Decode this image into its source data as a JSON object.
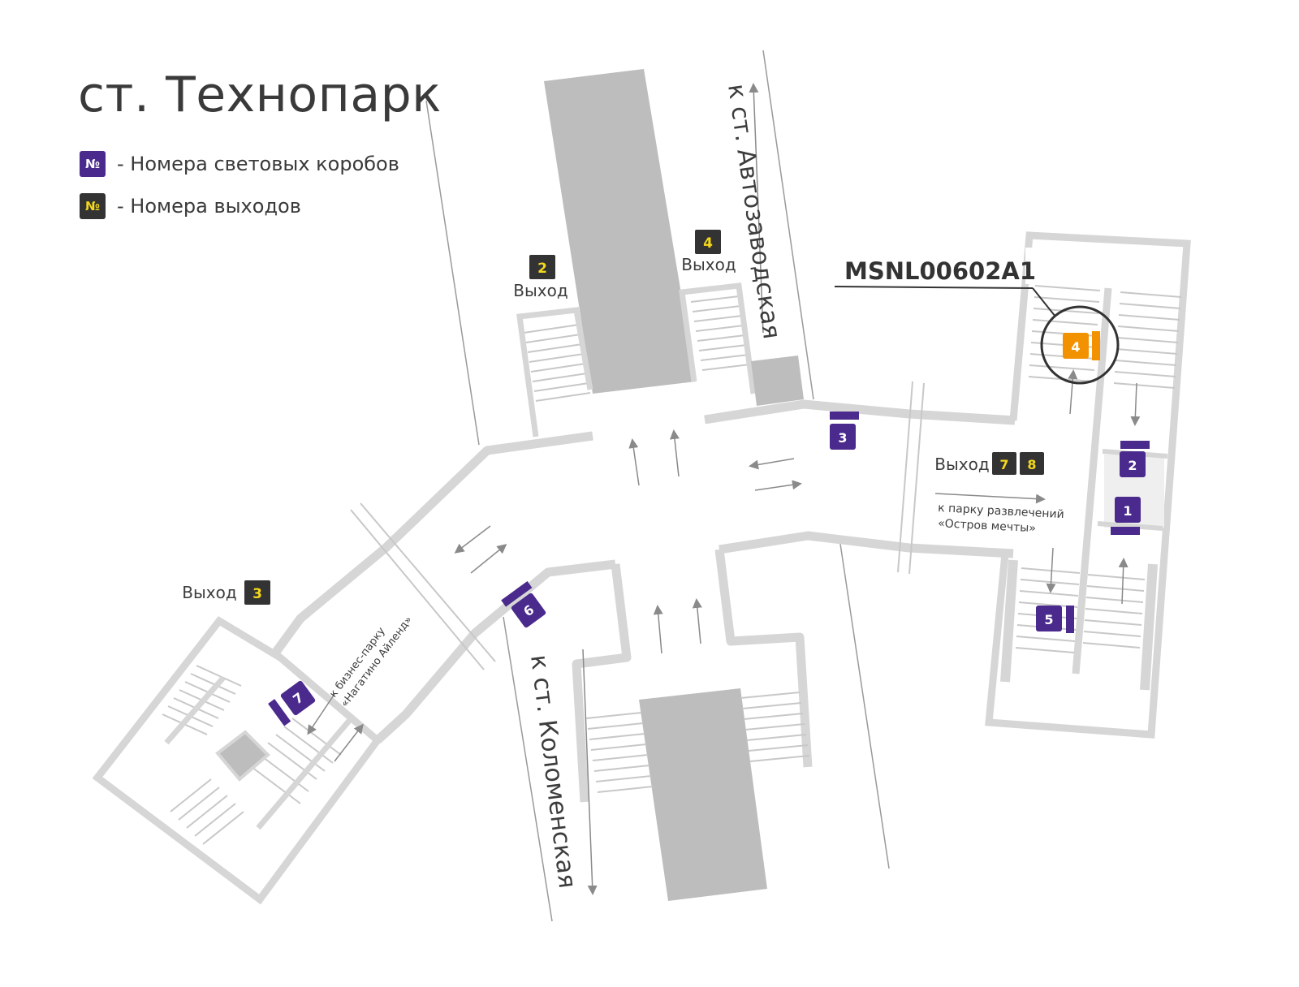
{
  "station_title": "ст. Технопарк",
  "legend": [
    {
      "symbol": "№",
      "text": "- Номера световых коробов",
      "color": "#4a2a8c"
    },
    {
      "symbol": "№",
      "text": "- Номера выходов",
      "color": "#333333"
    }
  ],
  "colors": {
    "lightbox": "#4a2a8c",
    "exit": "#333333",
    "exit_number": "#f4d81c",
    "highlight": "#f39200",
    "wall": "#d6d6d6",
    "platform": "#bdbdbd"
  },
  "exits": {
    "word": "Выход",
    "e2": "2",
    "e4": "4",
    "e3": "3",
    "e7": "7",
    "e8": "8"
  },
  "lightboxes": {
    "b1": "1",
    "b2": "2",
    "b3": "3",
    "b4": "4",
    "b5": "5",
    "b6": "6",
    "b7": "7"
  },
  "directions": {
    "avtozavodskaya": "к ст. Автозаводская",
    "kolomenskaya": "к ст. Коломенская",
    "park_line1": "к парку развлечений",
    "park_line2": "«Остров мечты»",
    "business_line1": "к бизнес-парку",
    "business_line2": "«Нагатино Айленд»"
  },
  "highlight_code": "MSNL00602A1"
}
